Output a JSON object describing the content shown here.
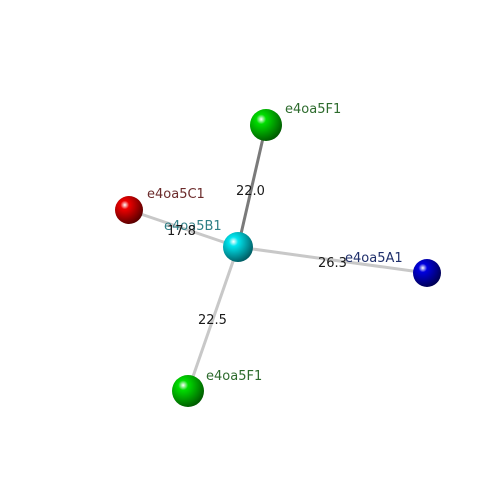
{
  "nodes": [
    {
      "id": "b1",
      "label": "e4oa5B1",
      "color": "#00e5ee",
      "label_color": "#2f7f86"
    },
    {
      "id": "f1_top",
      "label": "e4oa5F1",
      "color": "#00dd00",
      "label_color": "#2d6b2d"
    },
    {
      "id": "c1",
      "label": "e4oa5C1",
      "color": "#ee0000",
      "label_color": "#6b2b2b"
    },
    {
      "id": "a1",
      "label": "e4oa5A1",
      "color": "#0000dd",
      "label_color": "#1f2f6b"
    },
    {
      "id": "f1_bottom",
      "label": "e4oa5F1",
      "color": "#00dd00",
      "label_color": "#2d6b2d"
    }
  ],
  "edges": [
    {
      "id": "b1-f1_top",
      "distance": "22.0"
    },
    {
      "id": "b1-c1",
      "distance": "17.8"
    },
    {
      "id": "b1-a1",
      "distance": "26.3"
    },
    {
      "id": "b1-f1_bottom",
      "distance": "22.5"
    }
  ]
}
